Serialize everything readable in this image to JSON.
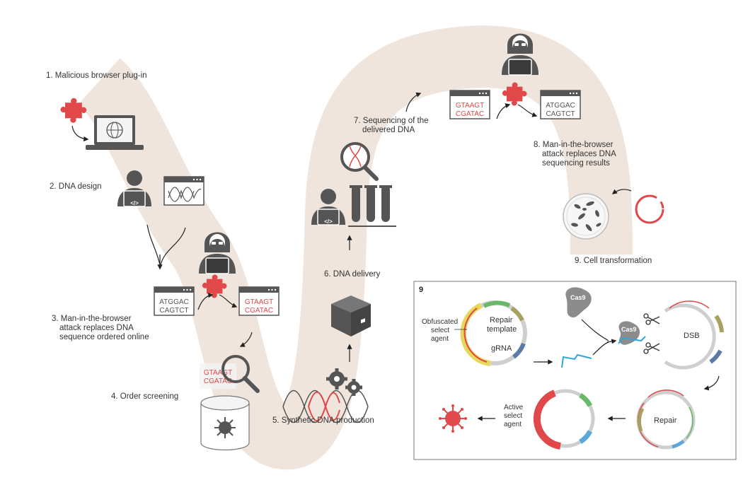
{
  "steps": {
    "s1": "1. Malicious browser plug-in",
    "s2": "2. DNA design",
    "s3_l1": "3. Man-in-the-browser",
    "s3_l2": "attack replaces DNA",
    "s3_l3": "sequence ordered online",
    "s4": "4. Order screening",
    "s5": "5. Synthetic DNA production",
    "s6": "6. DNA delivery",
    "s7_l1": "7. Sequencing of the",
    "s7_l2": "delivered DNA",
    "s8_l1": "8. Man-in-the-browser",
    "s8_l2": "attack replaces DNA",
    "s8_l3": "sequencing results",
    "s9": "9. Cell transformation"
  },
  "sequences": {
    "original_1": "ATGGAC",
    "original_2": "CAGTCT",
    "malicious_1": "GTAAGT",
    "malicious_2": "CGATAC"
  },
  "code_icon": "</>",
  "panel9": {
    "number": "9",
    "obfuscated_l1": "Obfuscated",
    "obfuscated_l2": "select",
    "obfuscated_l3": "agent",
    "repair_template_l1": "Repair",
    "repair_template_l2": "template",
    "grna": "gRNA",
    "cas9_a": "Cas9",
    "cas9_b": "Cas9",
    "dsb": "DSB",
    "repair": "Repair",
    "active_l1": "Active",
    "active_l2": "select",
    "active_l3": "agent"
  },
  "colors": {
    "path": "#efe5dc",
    "accent_red": "#e0484a",
    "icon_gray": "#555555",
    "text_gray": "#666666",
    "plasmid_green": "#6ab86a",
    "plasmid_blue": "#5aa8d8",
    "plasmid_yellow": "#e8d85a"
  },
  "icons": [
    "puzzle-piece-icon",
    "laptop-globe-icon",
    "hacker-icon",
    "programmer-icon",
    "browser-window-icon",
    "magnifier-icon",
    "database-virus-icon",
    "dna-helix-icon",
    "gears-icon",
    "package-box-icon",
    "test-tubes-icon",
    "petri-dish-icon",
    "plasmid-icon",
    "scissors-icon",
    "virus-icon"
  ]
}
